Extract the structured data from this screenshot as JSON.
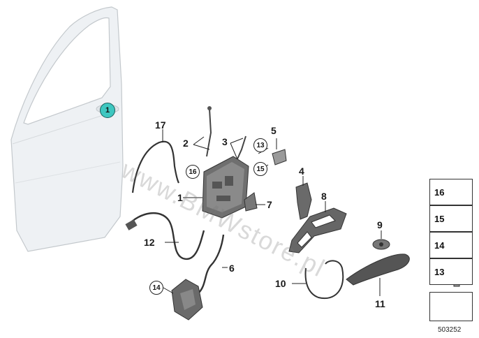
{
  "parts": [
    {
      "id": "part-1",
      "label": "1"
    },
    {
      "id": "part-2",
      "label": "2"
    },
    {
      "id": "part-3",
      "label": "3"
    },
    {
      "id": "part-4",
      "label": "4"
    },
    {
      "id": "part-5",
      "label": "5"
    },
    {
      "id": "part-6",
      "label": "6"
    },
    {
      "id": "part-7",
      "label": "7"
    },
    {
      "id": "part-8",
      "label": "8"
    },
    {
      "id": "part-9",
      "label": "9"
    },
    {
      "id": "part-10",
      "label": "10"
    },
    {
      "id": "part-11",
      "label": "11"
    },
    {
      "id": "part-12",
      "label": "12"
    },
    {
      "id": "part-17",
      "label": "17"
    }
  ],
  "circled": {
    "door_handle": "1",
    "screw_13": "13",
    "screw_15": "15",
    "screw_16": "16",
    "screw_14": "14"
  },
  "fasteners": [
    "16",
    "15",
    "14",
    "13"
  ],
  "watermark": "www.BMWstore.pl",
  "diagram_id": "503252",
  "colors": {
    "teal": "#3ec7c0",
    "line": "#1a1a1a",
    "part_fill": "#6d6d6d",
    "door_fill": "#f1f4f6"
  }
}
